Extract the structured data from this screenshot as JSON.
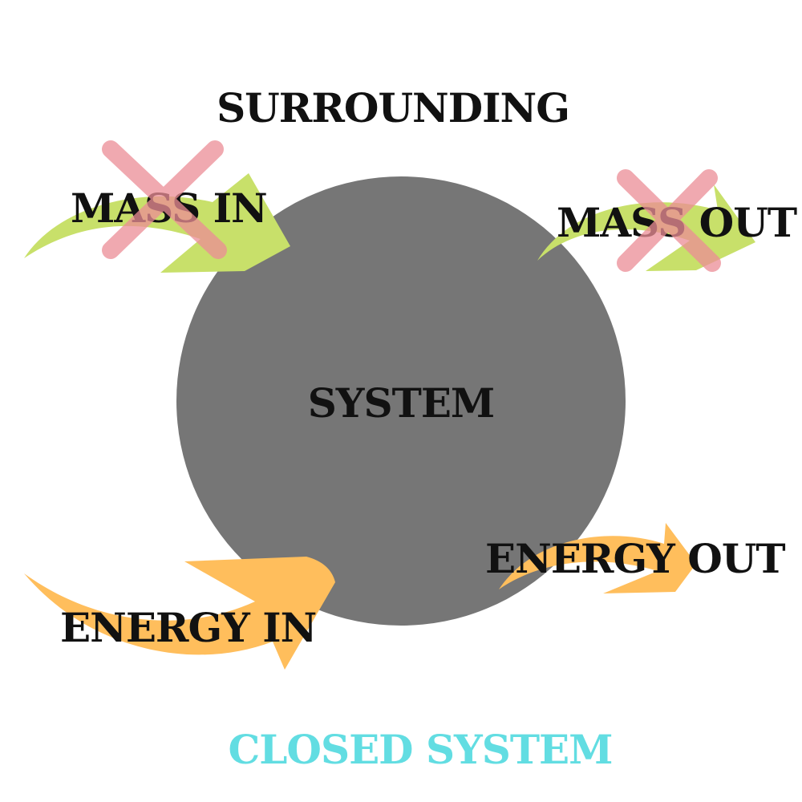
{
  "diagram": {
    "surrounding_label": "SURROUNDING",
    "system_label": "SYSTEM",
    "mass_in_label": "MASS IN",
    "mass_out_label": "MASS OUT",
    "energy_in_label": "ENERGY IN",
    "energy_out_label": "ENERGY OUT",
    "title": "CLOSED SYSTEM",
    "mass_in_blocked": true,
    "mass_out_blocked": true
  },
  "colors": {
    "system_circle": "#767676",
    "mass_arrow": "#c8e06a",
    "energy_arrow": "#ffbe5c",
    "cross_mark": "#ec8d96",
    "title": "#62dde2",
    "text": "#111111"
  }
}
